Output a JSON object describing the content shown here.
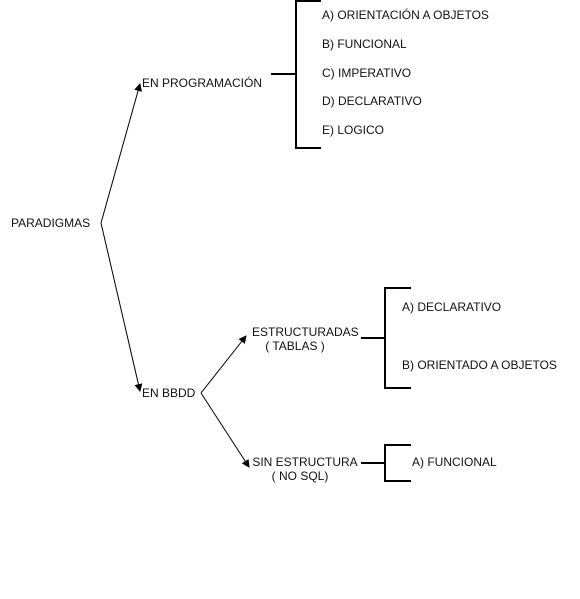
{
  "root": {
    "label": "PARADIGMAS"
  },
  "programacion": {
    "label": "EN PROGRAMACIÓN",
    "items": [
      "A) ORIENTACIÓN A OBJETOS",
      "B) FUNCIONAL",
      "C) IMPERATIVO",
      "D) DECLARATIVO",
      "E) LOGICO"
    ]
  },
  "bbdd": {
    "label": "EN BBDD",
    "estructuradas": {
      "label_line1": "ESTRUCTURADAS",
      "label_line2": "( TABLAS )",
      "items": [
        "A) DECLARATIVO",
        "B) ORIENTADO A OBJETOS"
      ]
    },
    "sin_estructura": {
      "label_line1": "SIN ESTRUCTURA",
      "label_line2": "( NO SQL)",
      "items": [
        "A) FUNCIONAL"
      ]
    }
  },
  "colors": {
    "line": "#000000",
    "text": "#111111"
  }
}
